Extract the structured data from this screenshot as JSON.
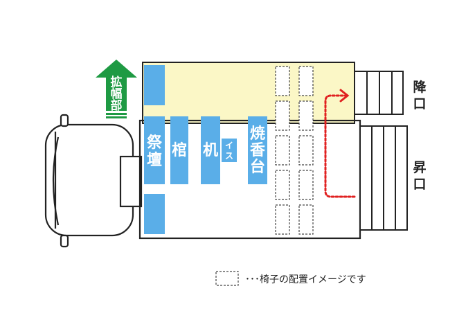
{
  "colors": {
    "expansion_fill": "#fbf7c6",
    "block_blue": "#5aaee8",
    "arrow_green": "#1e9a43",
    "route_red": "#e02020",
    "outline": "#222222",
    "chair_dash": "#444444"
  },
  "labels": {
    "expansion": [
      "拡",
      "幅",
      "部"
    ],
    "altar": [
      "祭",
      "壇"
    ],
    "coffin": [
      "棺"
    ],
    "desk": [
      "机"
    ],
    "chair": [
      "イ",
      "ス"
    ],
    "incense": [
      "焼",
      "香",
      "台"
    ],
    "exit": [
      "降",
      "口"
    ],
    "entrance": [
      "昇",
      "口"
    ]
  },
  "legend": {
    "text": "･･･椅子の配置イメージです"
  },
  "icons": {
    "expansion_arrow": "up-arrow-icon",
    "route": "dotted-route-arrow-icon"
  }
}
